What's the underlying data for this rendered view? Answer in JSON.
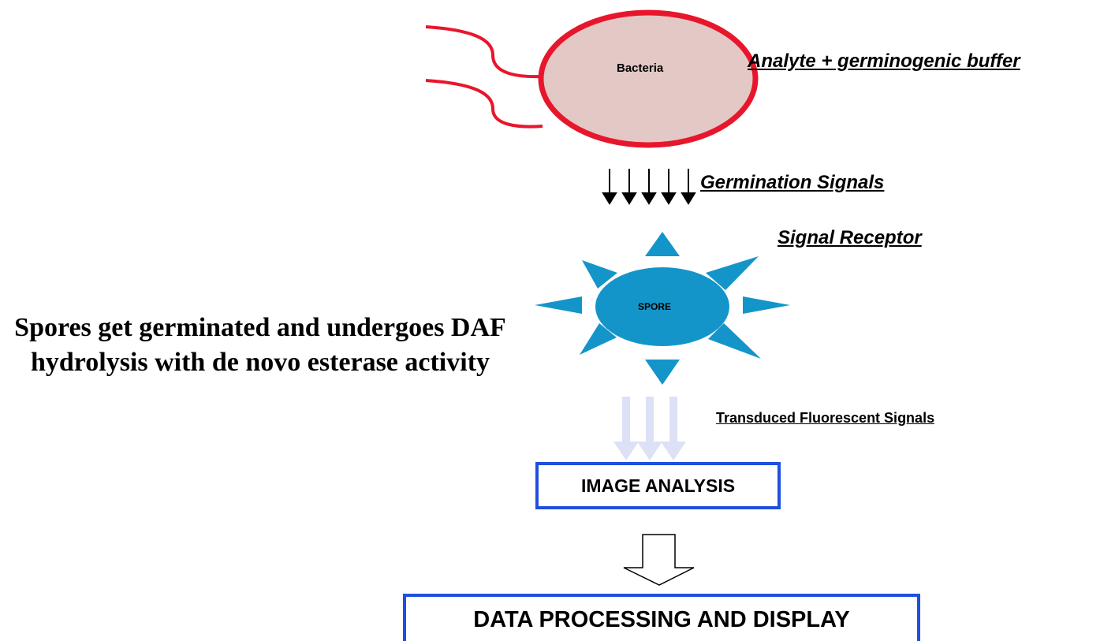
{
  "diagram": {
    "bacteria": {
      "label": "Bacteria"
    },
    "analyte_label": "Analyte + germinogenic buffer",
    "germination_label": "Germination Signals",
    "receptor_label": "Signal Receptor",
    "spore": {
      "label": "SPORE"
    },
    "transduced_label": "Transduced Fluorescent Signals",
    "description": "Spores get germinated and undergoes DAF hydrolysis with de novo esterase activity",
    "image_box": {
      "label": "IMAGE ANALYSIS"
    },
    "data_box": {
      "label": "DATA PROCESSING AND DISPLAY"
    },
    "colors": {
      "bacteria_fill": "#e3c7c4",
      "bacteria_stroke": "#e8162c",
      "spore": "#1495c9",
      "box_border": "#1f4fe0",
      "fluor_arrow": "#dde1f6"
    }
  }
}
